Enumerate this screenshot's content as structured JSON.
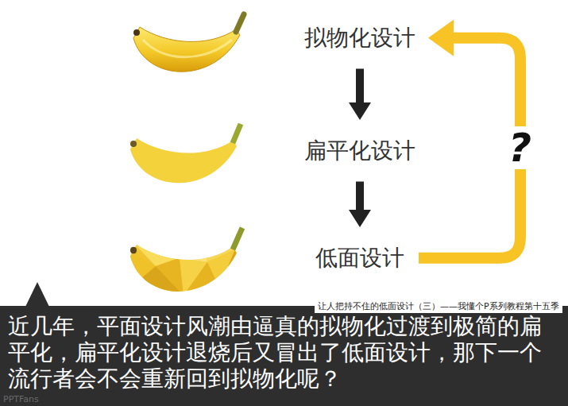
{
  "diagram": {
    "caption": "近几年，平面设计风潮由逼真的拟物化过渡到极简的扁平化，扁平化设计退烧后又冒出了低面设计，那下一个流行者会不会重新回到拟物化呢？",
    "nodes": [
      {
        "text": [
          "拟物化设计"
        ]
      },
      {
        "text": [
          "扁平化设计"
        ]
      },
      {
        "text": [
          "低面设计"
        ]
      }
    ],
    "edges": [
      {
        "from": 0,
        "to": 1,
        "arrow": "to"
      },
      {
        "from": 1,
        "to": 2,
        "arrow": "to"
      },
      {
        "from": 2,
        "to": 0,
        "label": "?",
        "arrow": "to"
      }
    ],
    "labels": [
      "让人把持不住的低面设计（三）——我懂个P系列教程第十五季",
      "PPTFans"
    ]
  }
}
